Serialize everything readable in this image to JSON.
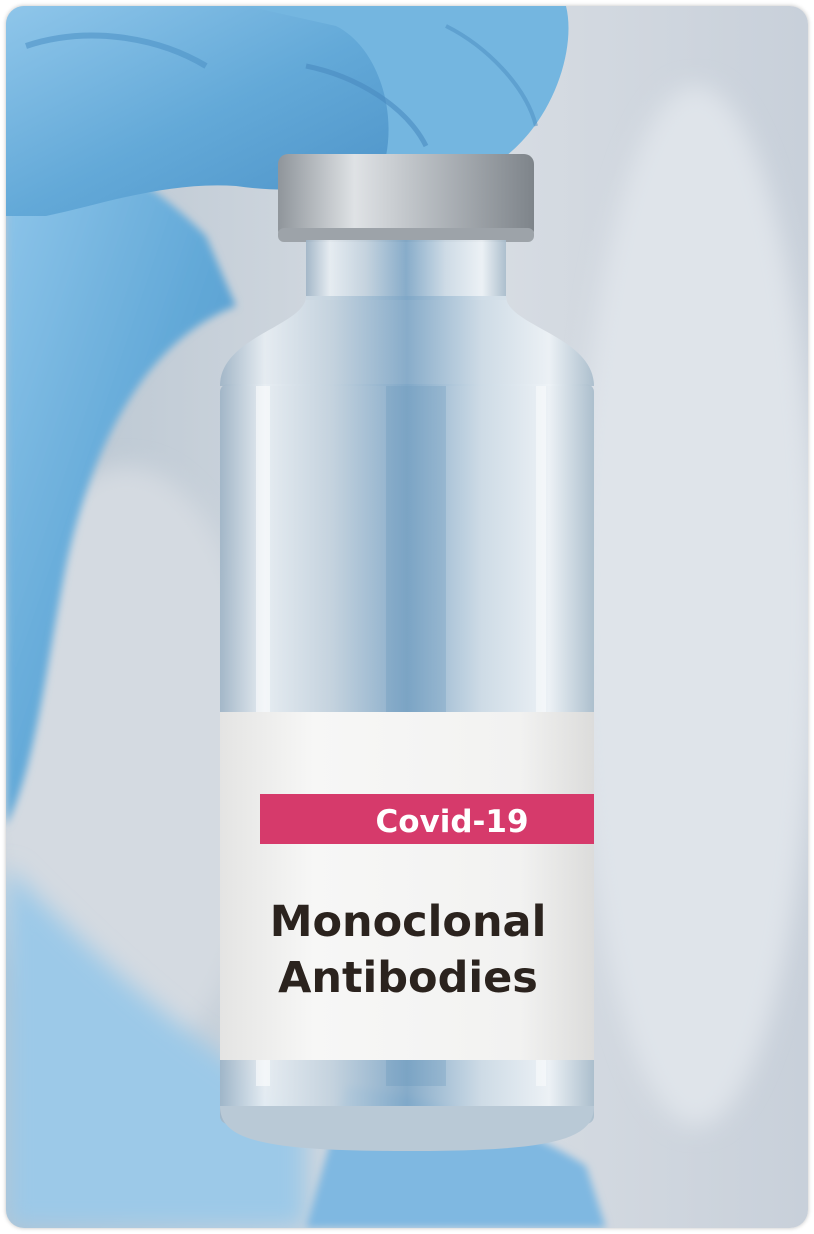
{
  "photo": {
    "subject": "vial-held-by-gloved-hand",
    "label": {
      "tag_text": "Covid-19",
      "title_line_1": "Monoclonal",
      "title_line_2": "Antibodies"
    }
  },
  "colors": {
    "glove": "#6fb2dd",
    "glove_shadow": "#3f86bd",
    "background": "#cfd6de",
    "cap": "#b9bdc2",
    "label_bg": "#f3f3f2",
    "tag_band": "#d63a6b",
    "label_text": "#2b231e"
  }
}
